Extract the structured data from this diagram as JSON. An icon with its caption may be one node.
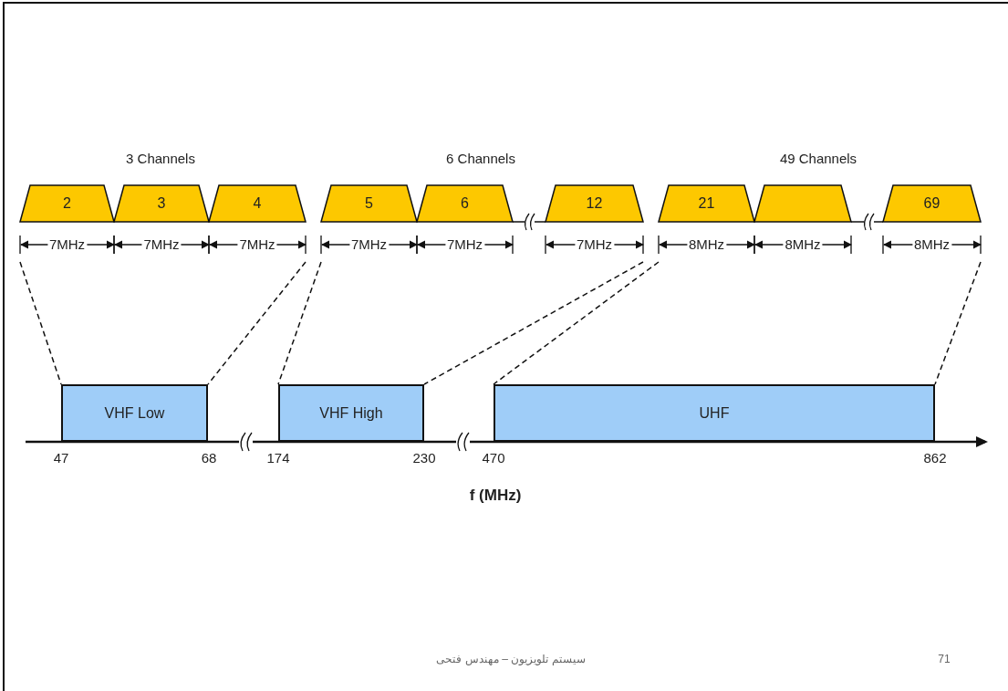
{
  "diagram": {
    "nodes": [
      {
        "text": [
          "2"
        ]
      },
      {
        "text": [
          "3"
        ]
      },
      {
        "text": [
          "4"
        ]
      },
      {
        "text": [
          "5"
        ]
      },
      {
        "text": [
          "6"
        ]
      },
      {
        "text": [
          "12"
        ]
      },
      {
        "text": [
          "21"
        ]
      },
      {
        "text": [],
        "shape": "trapezoid"
      },
      {
        "text": [
          "69"
        ]
      },
      {
        "text": [
          "VHF Low"
        ]
      },
      {
        "text": [
          "VHF High"
        ]
      },
      {
        "text": [
          "UHF"
        ]
      }
    ],
    "edges": [
      {
        "from": 0,
        "to": 9,
        "arrow": "none",
        "style": "dashed"
      },
      {
        "from": 2,
        "to": 9,
        "arrow": "none",
        "style": "dashed"
      },
      {
        "from": 3,
        "to": 10,
        "arrow": "none",
        "style": "dashed"
      },
      {
        "from": 5,
        "to": 10,
        "arrow": "none",
        "style": "dashed"
      },
      {
        "from": 6,
        "to": 11,
        "arrow": "none",
        "style": "dashed"
      },
      {
        "from": 8,
        "to": 11,
        "arrow": "none",
        "style": "dashed"
      }
    ],
    "labels": [
      "3 Channels",
      "6 Channels",
      "49 Channels",
      "7MHz",
      "7MHz",
      "7MHz",
      "7MHz",
      "7MHz",
      "7MHz",
      "8MHz",
      "8MHz",
      "8MHz",
      "47",
      "68",
      "174",
      "230",
      "470",
      "862",
      "f (MHz)",
      "سیستم تلویزیون – مهندس فتحی",
      "71"
    ]
  }
}
